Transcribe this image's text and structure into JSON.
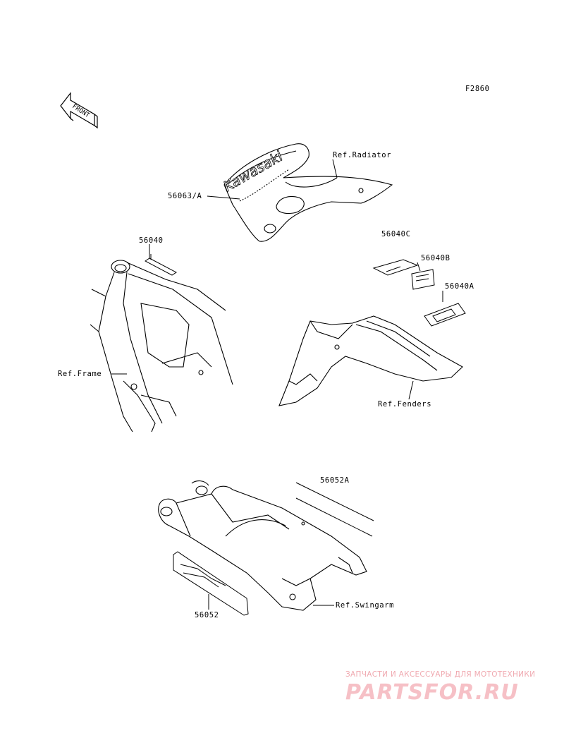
{
  "diagram_code": "F2860",
  "front_arrow": "FRONT",
  "brand_decal_text": "Kawasaki",
  "callouts": {
    "radiator_ref": "Ref.Radiator",
    "part_56063": "56063/A",
    "part_56040": "56040",
    "part_56040C": "56040C",
    "part_56040B": "56040B",
    "part_56040A": "56040A",
    "frame_ref": "Ref.Frame",
    "fenders_ref": "Ref.Fenders",
    "part_56052A": "56052A",
    "swingarm_ref": "Ref.Swingarm",
    "part_56052": "56052"
  },
  "watermark": {
    "tagline": "ЗАПЧАСТИ И АКСЕССУАРЫ ДЛЯ МОТОТЕХНИКИ",
    "logo": "PARTSFOR.RU"
  }
}
